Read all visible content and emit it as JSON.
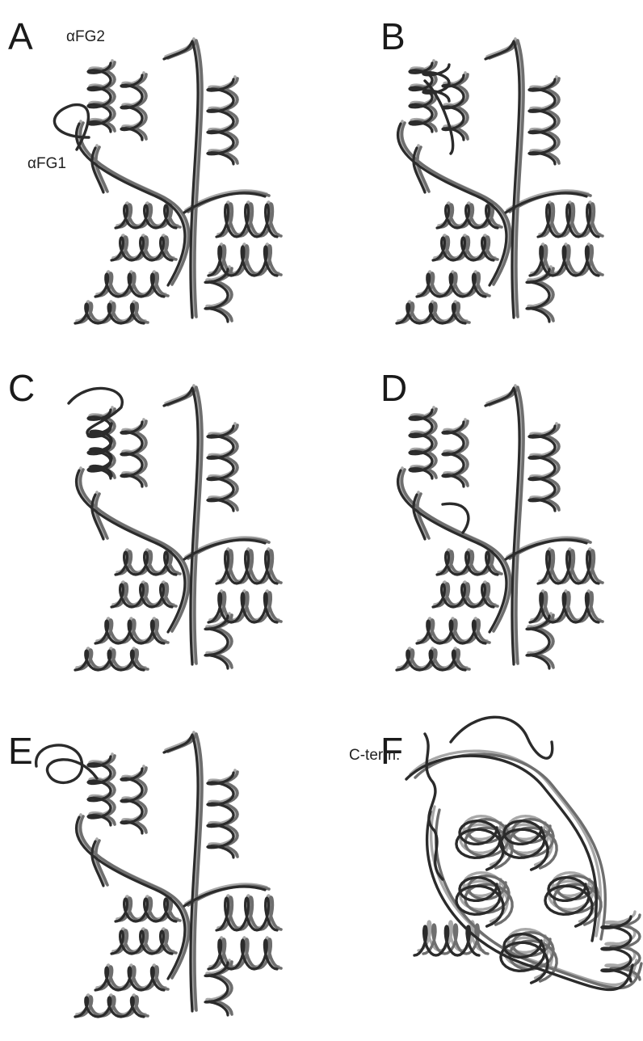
{
  "panels": [
    {
      "letter": "A",
      "annotations": [
        "αFG2",
        "αFG1"
      ]
    },
    {
      "letter": "B",
      "annotations": []
    },
    {
      "letter": "C",
      "annotations": []
    },
    {
      "letter": "D",
      "annotations": []
    },
    {
      "letter": "E",
      "annotations": []
    },
    {
      "letter": "F",
      "annotations": [
        "C-term."
      ]
    }
  ],
  "colors": {
    "reference_structure": "#a8a8a8",
    "intermediate_structure": "#6e6e6e",
    "compared_structure": "#2b2b2b",
    "background": "#ffffff"
  },
  "rendering": "superimposed protein backbone tube traces (ribbon overlay)"
}
